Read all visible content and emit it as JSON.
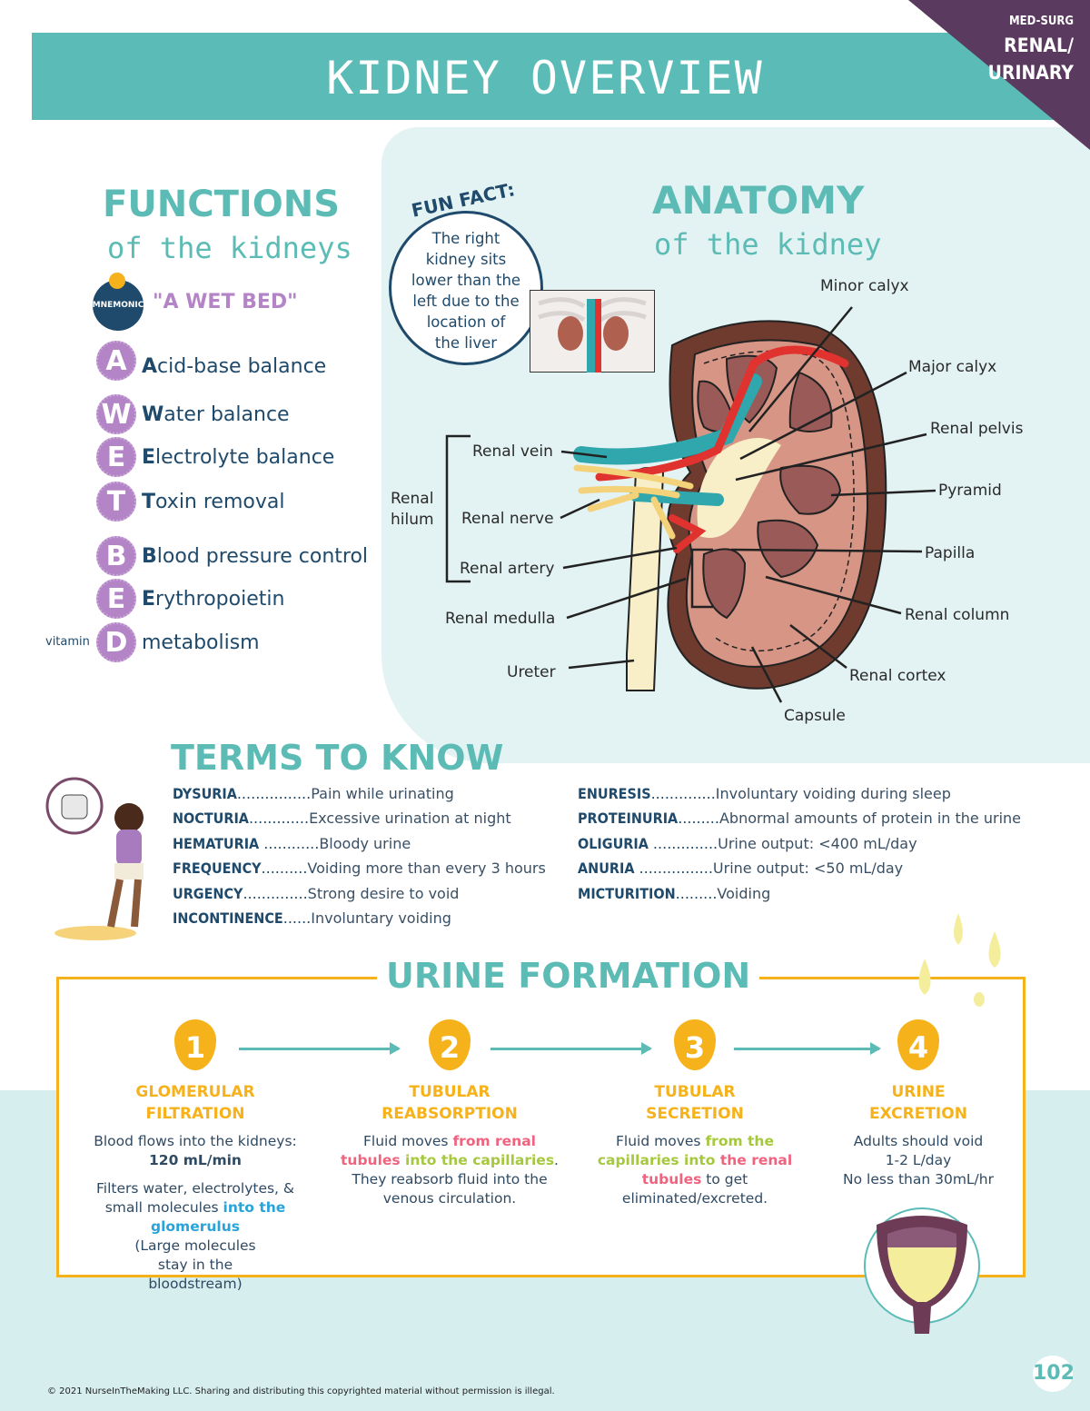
{
  "header": {
    "title": "KIDNEY OVERVIEW",
    "corner_course": "MED-SURG",
    "corner_topic_line1": "RENAL/",
    "corner_topic_line2": "URINARY"
  },
  "colors": {
    "teal": "#5bbcb7",
    "navy": "#1f4a6b",
    "purple": "#b384c6",
    "orange": "#f6b21b",
    "corner": "#5b3a5f",
    "wash": "#def0f0"
  },
  "functions": {
    "title": "FUNCTIONS",
    "subtitle": "of the kidneys",
    "badge": "MNEMONIC",
    "mnemonic": "\"A WET BED\"",
    "items": [
      {
        "letter": "A",
        "first": "A",
        "rest": "cid-base balance",
        "prefix": ""
      },
      {
        "letter": "W",
        "first": "W",
        "rest": "ater balance",
        "prefix": ""
      },
      {
        "letter": "E",
        "first": "E",
        "rest": "lectrolyte balance",
        "prefix": ""
      },
      {
        "letter": "T",
        "first": "T",
        "rest": "oxin removal",
        "prefix": ""
      },
      {
        "letter": "B",
        "first": "B",
        "rest": "lood pressure control",
        "prefix": ""
      },
      {
        "letter": "E",
        "first": "E",
        "rest": "rythropoietin",
        "prefix": ""
      },
      {
        "letter": "D",
        "first": "",
        "rest": "metabolism",
        "prefix": "vitamin"
      }
    ]
  },
  "fun_fact": {
    "title": "FUN FACT:",
    "text_lines": [
      "The right",
      "kidney sits",
      "lower than the",
      "left due to the",
      "location of",
      "the liver"
    ]
  },
  "anatomy": {
    "title": "ANATOMY",
    "subtitle": "of the kidney",
    "labels": {
      "minor_calyx": "Minor calyx",
      "major_calyx": "Major calyx",
      "renal_pelvis": "Renal pelvis",
      "pyramid": "Pyramid",
      "papilla": "Papilla",
      "renal_column": "Renal column",
      "renal_cortex": "Renal cortex",
      "capsule": "Capsule",
      "renal_vein": "Renal vein",
      "renal_nerve": "Renal nerve",
      "renal_artery": "Renal artery",
      "renal_medulla": "Renal medulla",
      "ureter": "Ureter",
      "renal_hilum_1": "Renal",
      "renal_hilum_2": "hilum"
    }
  },
  "terms": {
    "title": "TERMS TO KNOW",
    "left": [
      {
        "term": "DYSURIA",
        "dots": "................",
        "def": "Pain while urinating"
      },
      {
        "term": "NOCTURIA",
        "dots": ".............",
        "def": "Excessive urination at night"
      },
      {
        "term": "HEMATURIA",
        "dots": " ............",
        "def": "Bloody urine"
      },
      {
        "term": "FREQUENCY",
        "dots": "..........",
        "def": "Voiding more than every 3 hours"
      },
      {
        "term": "URGENCY",
        "dots": "..............",
        "def": "Strong desire to void"
      },
      {
        "term": "INCONTINENCE",
        "dots": "......",
        "def": "Involuntary voiding"
      }
    ],
    "right": [
      {
        "term": "ENURESIS",
        "dots": "..............",
        "def": "Involuntary voiding during sleep"
      },
      {
        "term": "PROTEINURIA",
        "dots": ".........",
        "def": "Abnormal amounts of protein in the urine"
      },
      {
        "term": "OLIGURIA",
        "dots": " ..............",
        "def": "Urine output: <400 mL/day"
      },
      {
        "term": "ANURIA",
        "dots": " ................",
        "def": "Urine output: <50 mL/day"
      },
      {
        "term": "MICTURITION",
        "dots": ".........",
        "def": "Voiding"
      }
    ]
  },
  "urine_formation": {
    "title": "URINE FORMATION",
    "steps": [
      {
        "num": "1",
        "h1": "GLOMERULAR",
        "h2": "FILTRATION",
        "p1": "Blood flows into the kidneys:",
        "p1b": "120 mL/min",
        "p2a": "Filters water, electrolytes, & small molecules ",
        "p2b": "into the glomerulus",
        "p3": "(Large molecules stay in the bloodstream)"
      },
      {
        "num": "2",
        "h1": "TUBULAR",
        "h2": "REABSORPTION",
        "a": "Fluid moves ",
        "b": "from renal tubules",
        "c": " into the capillaries",
        "d": ".",
        "e": " They reabsorb fluid into the venous circulation."
      },
      {
        "num": "3",
        "h1": "TUBULAR",
        "h2": "SECRETION",
        "a": "Fluid moves ",
        "b": "from the capillaries into",
        "c": " the renal tubules",
        "d": " to get eliminated/excreted."
      },
      {
        "num": "4",
        "h1": "URINE",
        "h2": "EXCRETION",
        "l1": "Adults should void",
        "l2": "1-2 L/day",
        "l3": "No less than 30mL/hr"
      }
    ]
  },
  "footer": {
    "copyright": "© 2021 NurseInTheMaking LLC. Sharing and distributing this copyrighted material without permission is illegal.",
    "page_number": "102"
  }
}
